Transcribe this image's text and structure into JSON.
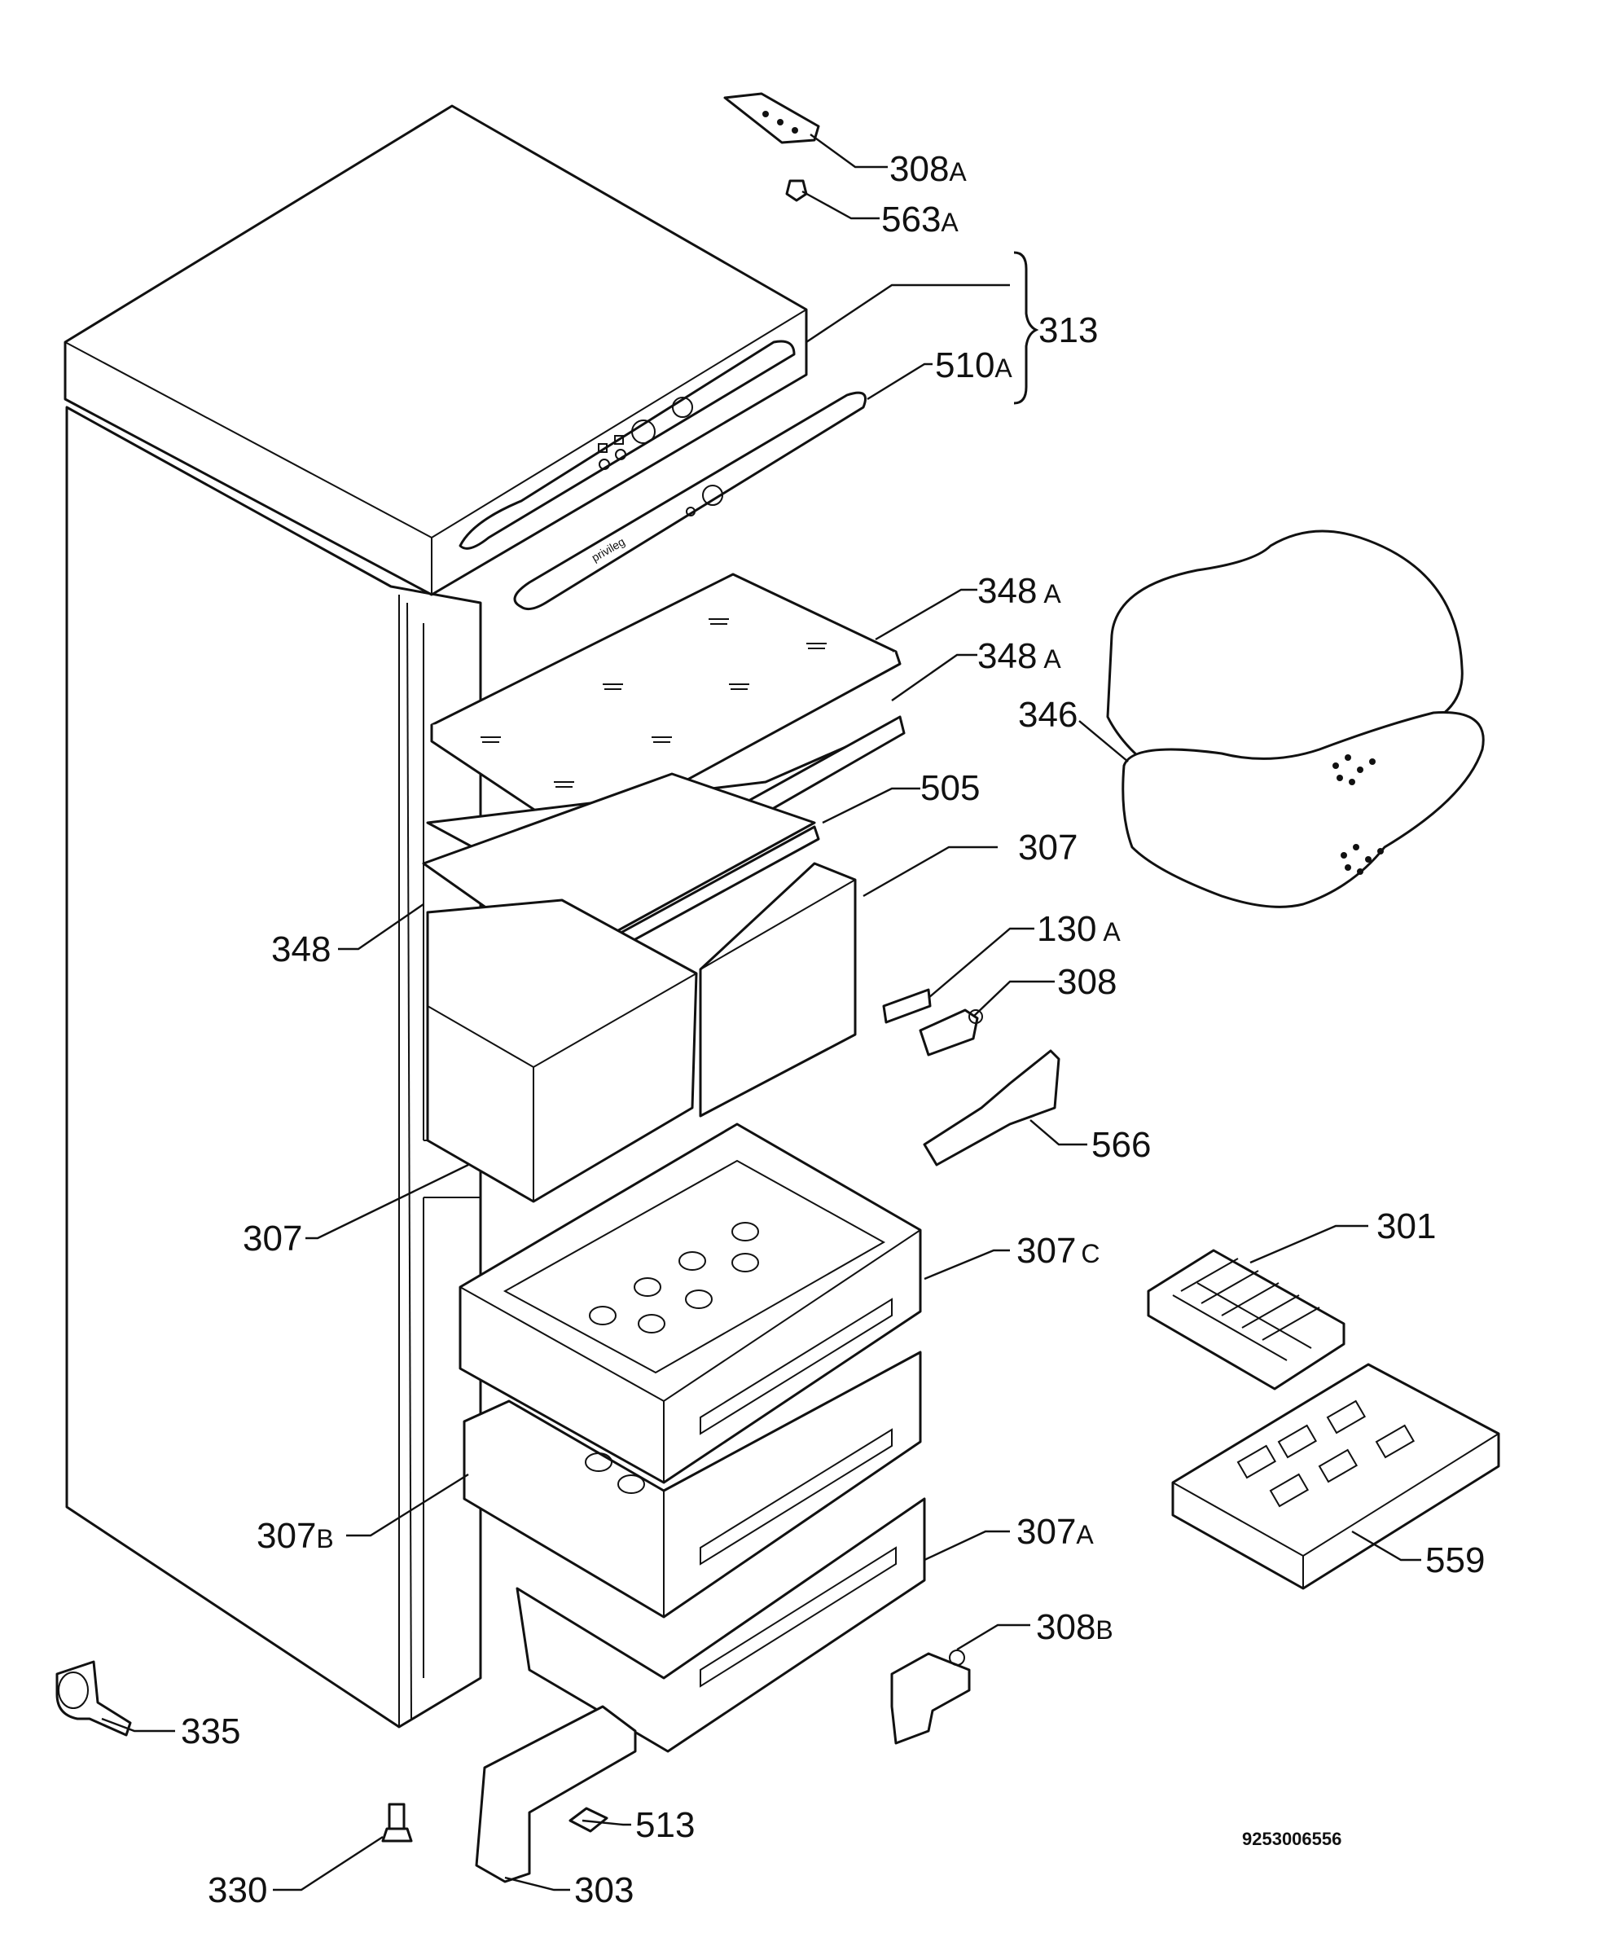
{
  "labels": {
    "308A": {
      "num": "308",
      "suffix": "A"
    },
    "563A": {
      "num": "563",
      "suffix": "A"
    },
    "313": {
      "num": "313",
      "suffix": ""
    },
    "510A": {
      "num": "510",
      "suffix": "A"
    },
    "348A_1": {
      "num": "348",
      "suffix": "A"
    },
    "348A_2": {
      "num": "348",
      "suffix": "A"
    },
    "346": {
      "num": "346",
      "suffix": ""
    },
    "505": {
      "num": "505",
      "suffix": ""
    },
    "307_top": {
      "num": "307",
      "suffix": ""
    },
    "348": {
      "num": "348",
      "suffix": ""
    },
    "130A": {
      "num": "130",
      "suffix": "A"
    },
    "308": {
      "num": "308",
      "suffix": ""
    },
    "566": {
      "num": "566",
      "suffix": ""
    },
    "307_left": {
      "num": "307",
      "suffix": ""
    },
    "307C": {
      "num": "307",
      "suffix": "C"
    },
    "301": {
      "num": "301",
      "suffix": ""
    },
    "307B": {
      "num": "307",
      "suffix": "B"
    },
    "307A": {
      "num": "307",
      "suffix": "A"
    },
    "559": {
      "num": "559",
      "suffix": ""
    },
    "308B": {
      "num": "308",
      "suffix": "B"
    },
    "335": {
      "num": "335",
      "suffix": ""
    },
    "513": {
      "num": "513",
      "suffix": ""
    },
    "330": {
      "num": "330",
      "suffix": ""
    },
    "303": {
      "num": "303",
      "suffix": ""
    }
  },
  "drawing_code": "9253006556",
  "brand_mark": "privileg"
}
